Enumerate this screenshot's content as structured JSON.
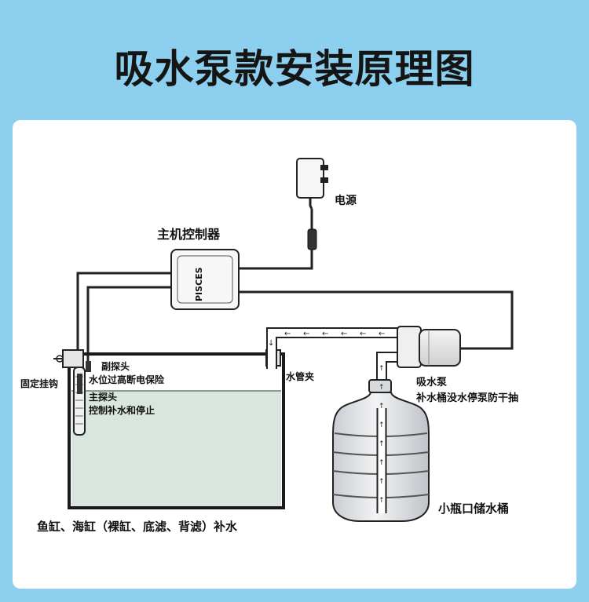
{
  "title": "吸水泵款安装原理图",
  "controller": {
    "brand": "PISCES"
  },
  "labels": {
    "power": "电源",
    "controller": "主机控制器",
    "sub_probe": "副探头",
    "sub_probe_desc": "水位过高断电保险",
    "fixed_hook": "固定挂钩",
    "main_probe": "主探头",
    "main_probe_desc": "控制补水和停止",
    "hose_clamp": "水管夹",
    "pump": "吸水泵",
    "pump_desc": "补水桶没水停泵防干抽",
    "bucket": "小瓶口储水桶",
    "tank": "鱼缸、海缸（裸缸、底滤、背滤）补水"
  },
  "colors": {
    "background": "#8ccfee",
    "panel": "#ffffff",
    "line": "#1a1a1a",
    "water": "#d8e6de"
  }
}
